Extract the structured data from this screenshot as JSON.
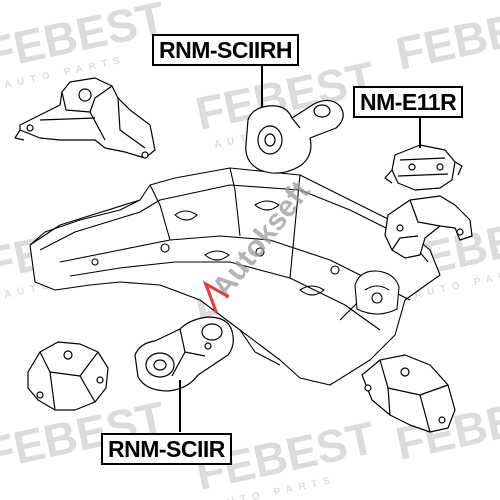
{
  "labels": {
    "top_part": "RNM-SCIIRH",
    "right_part": "NM-E11R",
    "bottom_part": "RNM-SCIIR"
  },
  "watermark": {
    "brand": "FEBEST",
    "tagline": "AUTO PARTS",
    "overlay": "Autokseft"
  },
  "colors": {
    "line": "#000000",
    "label_border": "#000000",
    "watermark": "#d9d9d9",
    "overlay_text": "#9a9a9a",
    "overlay_accent": "#e6393f"
  }
}
